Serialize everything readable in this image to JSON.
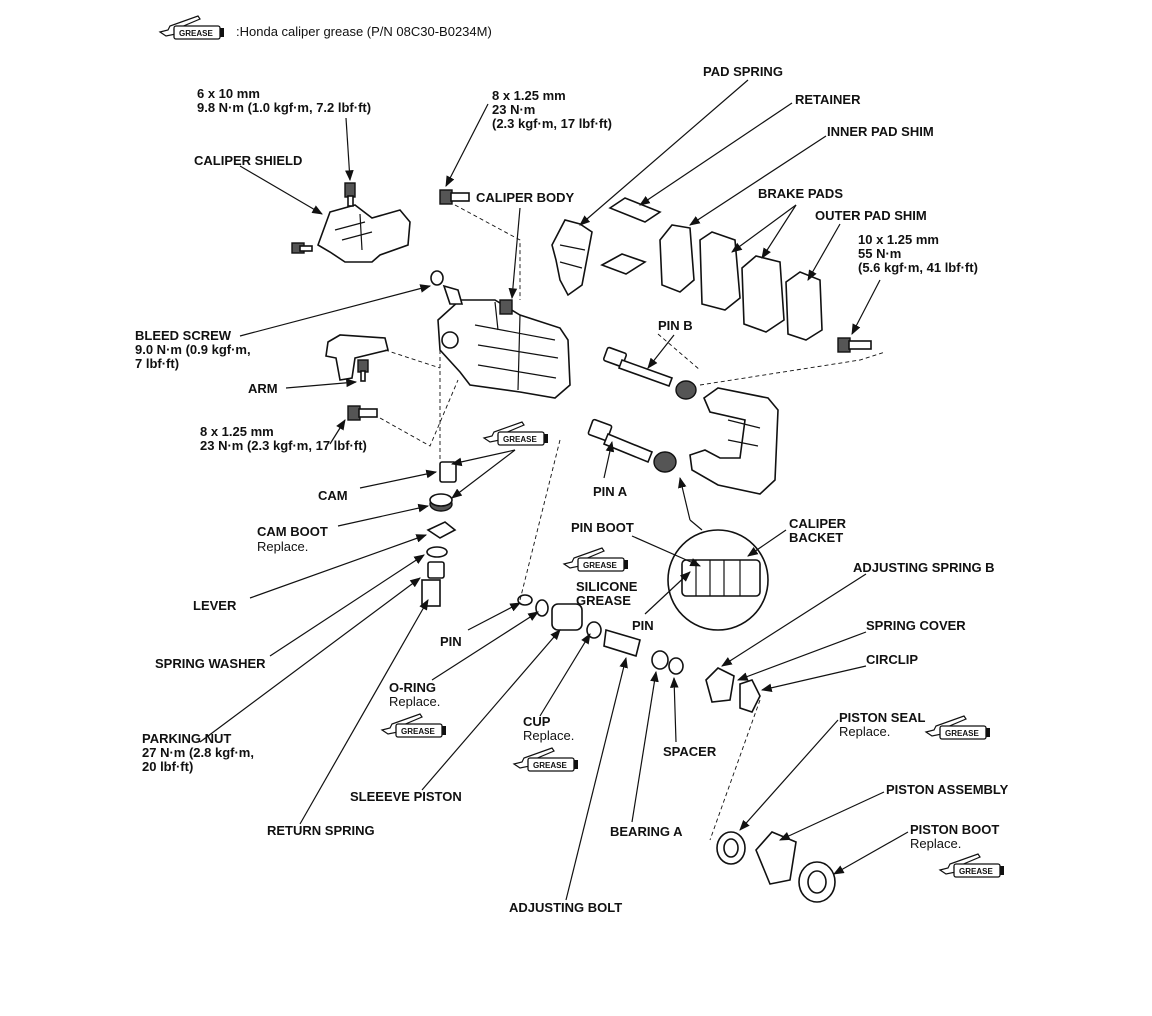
{
  "legend": {
    "symbol": "GREASE",
    "text": ":Honda caliper grease (P/N 08C30-B0234M)"
  },
  "grease_tag": "GREASE",
  "labels": {
    "bolt_6x10": [
      "6 x 10 mm",
      "9.8 N·m (1.0 kgf·m, 7.2 lbf·ft)"
    ],
    "bolt_8x125_top": [
      "8 x 1.25 mm",
      "23 N·m",
      "(2.3 kgf·m, 17 lbf·ft)"
    ],
    "pad_spring": "PAD SPRING",
    "retainer": "RETAINER",
    "inner_pad_shim": "INNER PAD SHIM",
    "brake_pads": "BRAKE PADS",
    "outer_pad_shim": "OUTER PAD SHIM",
    "bolt_10x125": [
      "10 x 1.25 mm",
      "55 N·m",
      "(5.6 kgf·m, 41 lbf·ft)"
    ],
    "caliper_shield": "CALIPER SHIELD",
    "caliper_body": "CALIPER BODY",
    "pin_b": "PIN B",
    "bleed_screw": [
      "BLEED SCREW",
      "9.0 N·m (0.9 kgf·m,",
      "7 lbf·ft)"
    ],
    "arm": "ARM",
    "bolt_8x125_mid": [
      "8 x 1.25 mm",
      "23 N·m (2.3 kgf·m, 17 lbf·ft)"
    ],
    "cam": "CAM",
    "pin_a": "PIN A",
    "cam_boot": [
      "CAM BOOT",
      "Replace."
    ],
    "pin_boot": "PIN BOOT",
    "caliper_bracket": [
      "CALIPER",
      "BACKET"
    ],
    "silicone_grease": [
      "SILICONE",
      "GREASE"
    ],
    "adjusting_spring_b": "ADJUSTING SPRING B",
    "lever": "LEVER",
    "pin": "PIN",
    "pin2": "PIN",
    "spring_cover": "SPRING COVER",
    "circlip": "CIRCLIP",
    "spring_washer": "SPRING WASHER",
    "o_ring": [
      "O-RING",
      "Replace."
    ],
    "parking_nut": [
      "PARKING NUT",
      "27 N·m (2.8 kgf·m,",
      "20 lbf·ft)"
    ],
    "cup": [
      "CUP",
      "Replace."
    ],
    "spacer": "SPACER",
    "piston_seal": [
      "PISTON SEAL",
      "Replace."
    ],
    "piston_assembly": "PISTON ASSEMBLY",
    "sleeve_piston": "SLEEEVE PISTON",
    "return_spring": "RETURN SPRING",
    "bearing_a": "BEARING A",
    "piston_boot": [
      "PISTON BOOT",
      "Replace."
    ],
    "adjusting_bolt": "ADJUSTING BOLT"
  }
}
